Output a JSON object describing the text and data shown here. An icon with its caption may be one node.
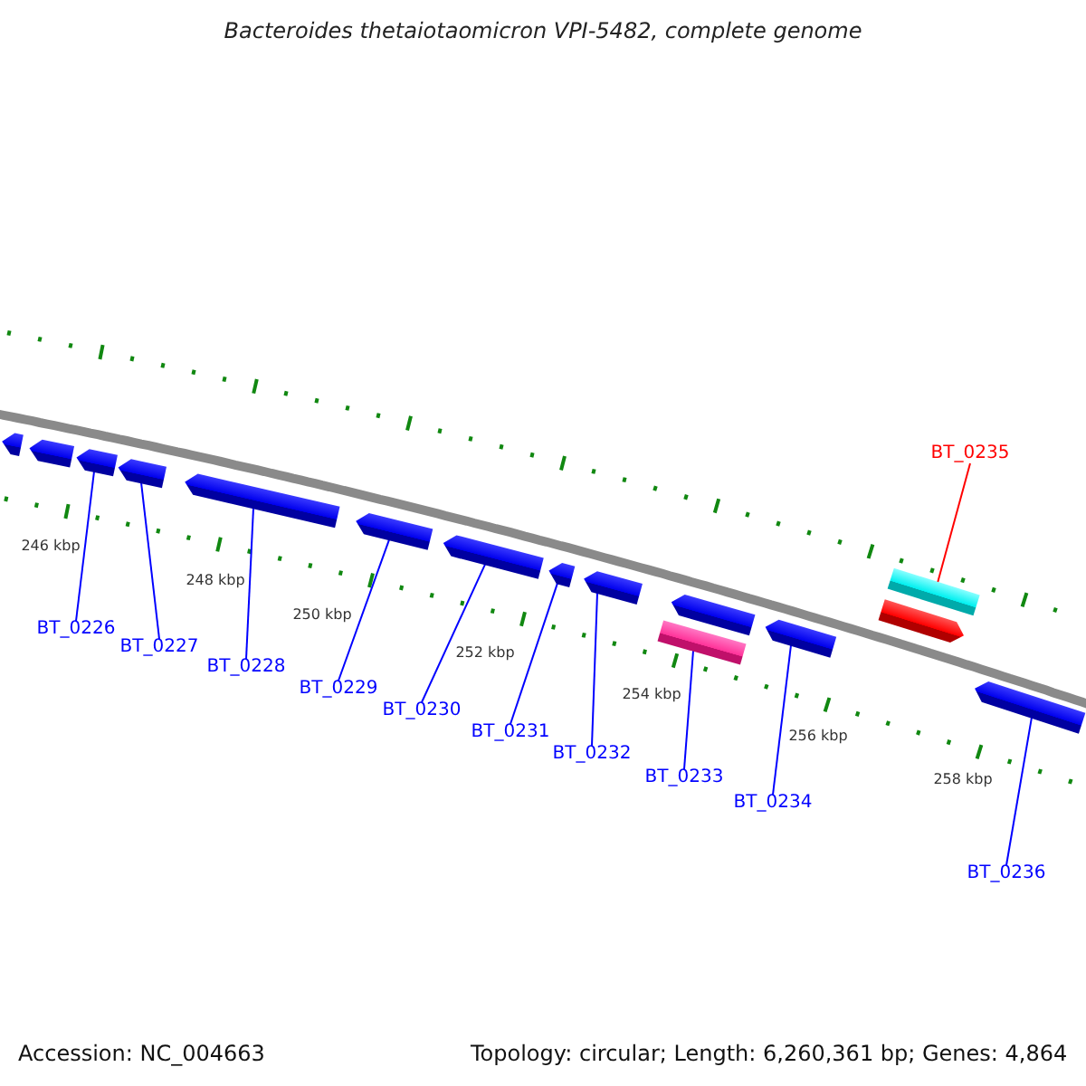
{
  "diagram": {
    "title": "Bacteroides thetaiotaomicron VPI-5482, complete genome",
    "nodes": [
      {
        "text": [],
        "shape": "arrow"
      },
      {
        "text": [],
        "shape": "arrow"
      },
      {
        "text": [],
        "shape": "arrow"
      },
      {
        "text": [],
        "shape": "arrow"
      },
      {
        "text": [],
        "shape": "arrow"
      },
      {
        "text": [],
        "shape": "arrow"
      },
      {
        "text": [],
        "shape": "arrow"
      },
      {
        "text": [],
        "shape": "arrow"
      },
      {
        "text": [],
        "shape": "arrow"
      },
      {
        "text": [],
        "shape": "arrow"
      },
      {
        "text": [],
        "shape": "box"
      },
      {
        "text": [],
        "shape": "arrow"
      },
      {
        "text": [],
        "shape": "box"
      },
      {
        "text": [],
        "shape": "arrow"
      },
      {
        "text": [],
        "shape": "arrow"
      },
      {
        "text": [
          "BT_0226"
        ]
      },
      {
        "text": [
          "BT_0227"
        ]
      },
      {
        "text": [
          "BT_0228"
        ]
      },
      {
        "text": [
          "BT_0229"
        ]
      },
      {
        "text": [
          "BT_0230"
        ]
      },
      {
        "text": [
          "BT_0231"
        ]
      },
      {
        "text": [
          "BT_0232"
        ]
      },
      {
        "text": [
          "BT_0233"
        ]
      },
      {
        "text": [
          "BT_0234"
        ]
      },
      {
        "text": [
          "BT_0235"
        ]
      },
      {
        "text": [
          "BT_0236"
        ]
      }
    ],
    "edges": [
      {
        "from": 15,
        "to": 2,
        "arrow": "none"
      },
      {
        "from": 16,
        "to": 3,
        "arrow": "none"
      },
      {
        "from": 17,
        "to": 4,
        "arrow": "none"
      },
      {
        "from": 18,
        "to": 5,
        "arrow": "none"
      },
      {
        "from": 19,
        "to": 6,
        "arrow": "none"
      },
      {
        "from": 20,
        "to": 7,
        "arrow": "none"
      },
      {
        "from": 21,
        "to": 8,
        "arrow": "none"
      },
      {
        "from": 22,
        "to": 10,
        "arrow": "none"
      },
      {
        "from": 23,
        "to": 11,
        "arrow": "none"
      },
      {
        "from": 24,
        "to": 12,
        "arrow": "none",
        "color": "#ff0000"
      },
      {
        "from": 25,
        "to": 14,
        "arrow": "none"
      }
    ],
    "labels": [
      "246 kbp",
      "248 kbp",
      "250 kbp",
      "252 kbp",
      "254 kbp",
      "256 kbp",
      "258 kbp",
      "Accession: NC_004663",
      "Topology: circular; Length: 6,260,361 bp; Genes: 4,864"
    ]
  }
}
